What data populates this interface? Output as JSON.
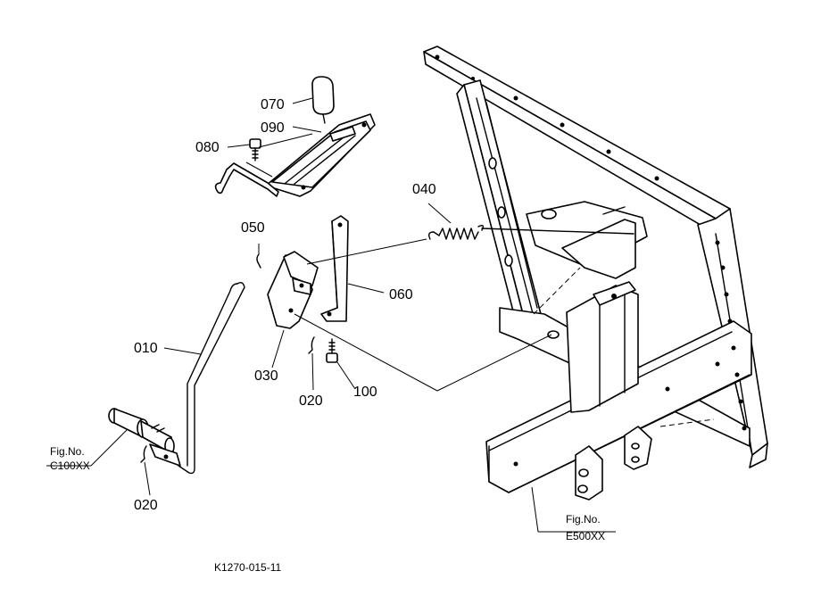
{
  "diagram": {
    "parts": {
      "p070": "070",
      "p090": "090",
      "p080": "080",
      "p040": "040",
      "p050": "050",
      "p060": "060",
      "p010": "010",
      "p030": "030",
      "p020a": "020",
      "p100": "100",
      "p020b": "020"
    },
    "references": {
      "left": {
        "line1": "Fig.No.",
        "line2": "C100XX"
      },
      "right": {
        "line1": "Fig.No.",
        "line2": "E500XX"
      }
    },
    "drawing_code": "K1270-015-11"
  }
}
